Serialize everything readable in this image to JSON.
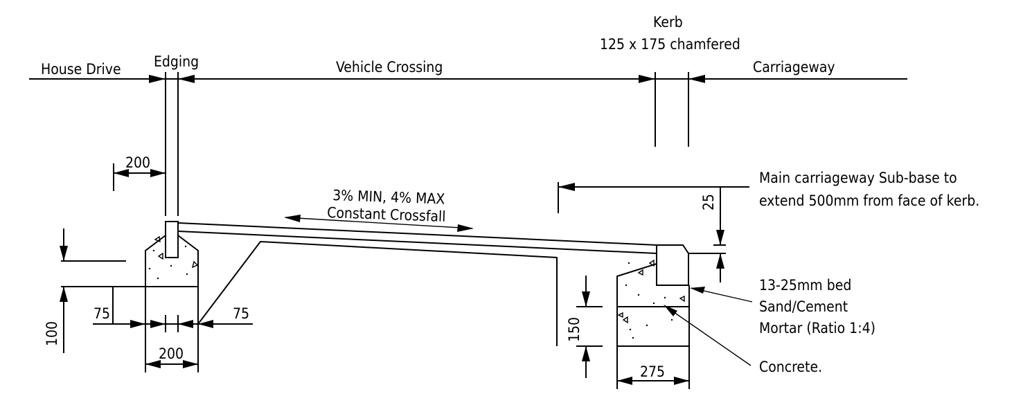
{
  "labels": {
    "house_drive": "House Drive",
    "edging": "Edging",
    "vehicle_crossing": "Vehicle Crossing",
    "kerb_title": "Kerb",
    "kerb_size": "125 x 175 chamfered",
    "carriageway": "Carriageway",
    "crossfall_line1": "3% MIN, 4% MAX",
    "crossfall_line2": "Constant Crossfall",
    "subbase_line1": "Main carriageway Sub-base to",
    "subbase_line2": "extend 500mm from face of kerb.",
    "bed_line1": "13-25mm bed",
    "bed_line2": "Sand/Cement",
    "bed_line3": "Mortar (Ratio 1:4)",
    "concrete": "Concrete."
  },
  "dimensions": {
    "edging_offset": "200",
    "left_step": "75",
    "left_depth": "100",
    "edging_base_width": "200",
    "right_step": "75",
    "kerb_depth": "150",
    "subbase_drop": "25",
    "kerb_base_width": "275"
  }
}
